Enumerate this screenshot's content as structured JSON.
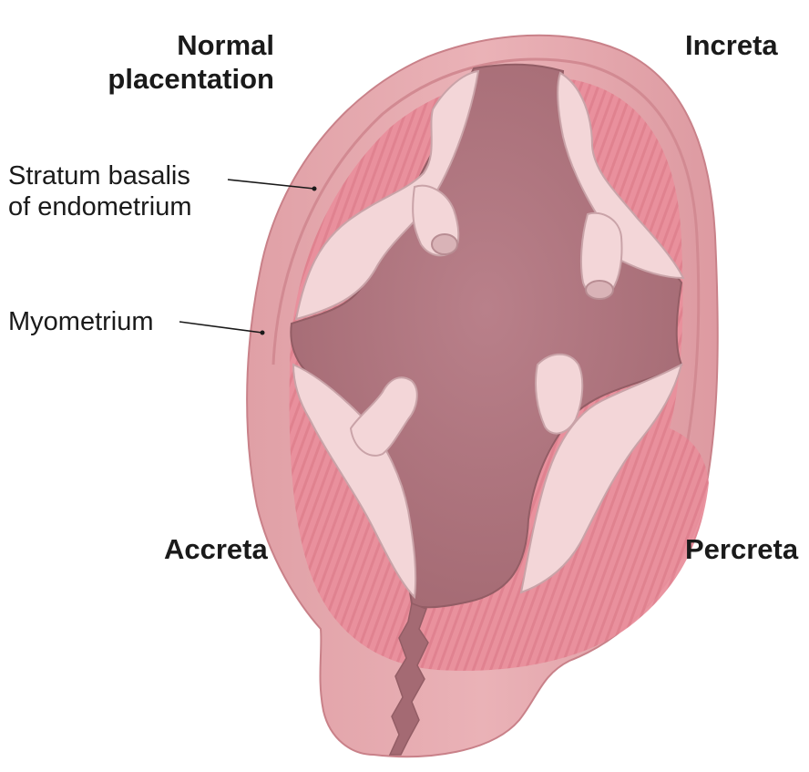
{
  "labels": {
    "normal_placentation": [
      "Normal",
      "placentation"
    ],
    "increta": "Increta",
    "accreta": "Accreta",
    "percreta": "Percreta",
    "stratum_basalis": [
      "Stratum basalis",
      "of endometrium"
    ],
    "myometrium": "Myometrium"
  },
  "colors": {
    "myometrium": "#e7a7ad",
    "myometrium_edge": "#c98189",
    "endometrium": "#e98f9c",
    "endometrium_stripe": "#d97483",
    "placenta": "#f3d6d8",
    "placenta_edge": "#c9a3a8",
    "cavity": "#ad737a",
    "cavity_dark": "#935d65",
    "leader_line": "#1a1a1a"
  }
}
